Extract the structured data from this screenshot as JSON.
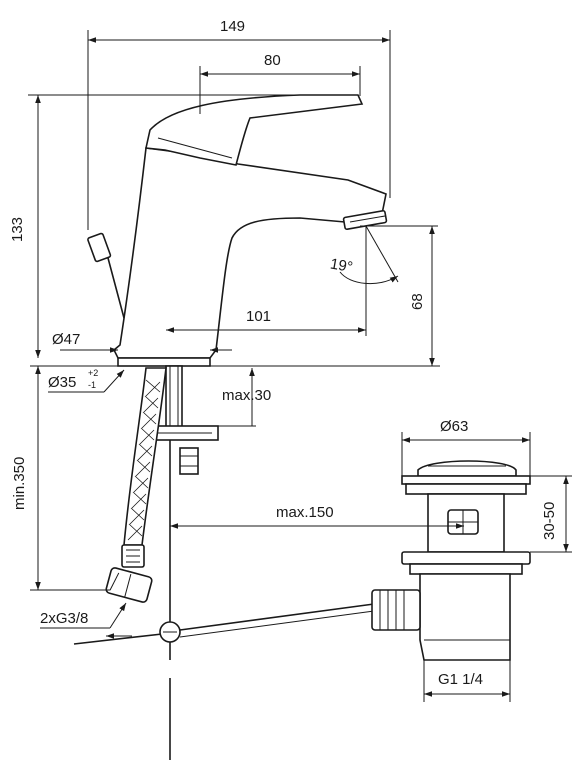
{
  "dimensions": {
    "overall_width": "149",
    "spout_reach": "80",
    "height": "133",
    "spout_height": "68",
    "spout_angle": "19°",
    "outlet_to_axis": "101",
    "base_diameter": "Ø47",
    "hole_diameter": "Ø35",
    "hole_tol_plus": "+2",
    "hole_tol_minus": "-1",
    "deck_thickness": "max.30",
    "hose_length": "min.350",
    "rod_length": "max.150",
    "connection_thread": "2xG3/8",
    "drain_diameter": "Ø63",
    "drain_height": "30-50",
    "drain_thread": "G1 1/4"
  },
  "colors": {
    "line": "#1a1a1a",
    "background": "#ffffff"
  }
}
